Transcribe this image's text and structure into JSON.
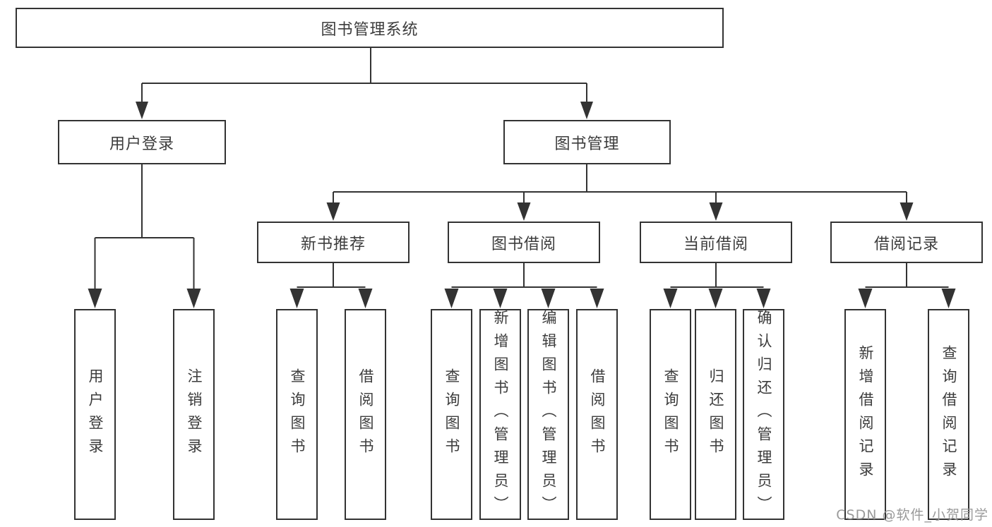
{
  "diagram_title": "图书管理系统",
  "colors": {
    "line": "#333333",
    "box_border": "#333333",
    "box_fill": "#ffffff",
    "text": "#3c3c3c",
    "watermark": "#9a9a9a",
    "background": "#ffffff"
  },
  "nodes": {
    "root": "图书管理系统",
    "user_login": "用户登录",
    "book_mgmt": "图书管理",
    "new_book_rec": "新书推荐",
    "book_borrow": "图书借阅",
    "current_borrow": "当前借阅",
    "borrow_records": "借阅记录",
    "leaf_user_login": "用户登录",
    "leaf_logout": "注销登录",
    "leaf_query_books_rec": "查询图书",
    "leaf_borrow_books_rec": "借阅图书",
    "leaf_query_books_borrow": "查询图书",
    "leaf_add_books": "新增图书（管理员）",
    "leaf_edit_books": "编辑图书（管理员）",
    "leaf_borrow_books_borrow": "借阅图书",
    "leaf_query_books_current": "查询图书",
    "leaf_return_books": "归还图书",
    "leaf_confirm_return": "确认归还（管理员）",
    "leaf_add_record": "新增借阅记录",
    "leaf_query_record": "查询借阅记录"
  },
  "watermark": "CSDN @软件_小贺同学"
}
